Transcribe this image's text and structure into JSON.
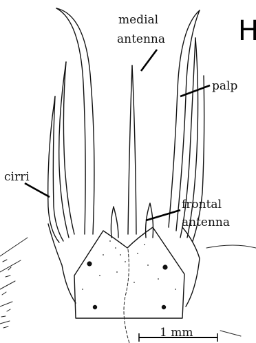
{
  "figure": {
    "panel_letter": "H",
    "labels": {
      "medial_antenna_line1": "medial",
      "medial_antenna_line2": "antenna",
      "palp": "palp",
      "cirri": "cirri",
      "frontal_antenna_line1": "frontal",
      "frontal_antenna_line2": "antenna"
    },
    "scale_bar": {
      "label": "1 mm"
    }
  }
}
